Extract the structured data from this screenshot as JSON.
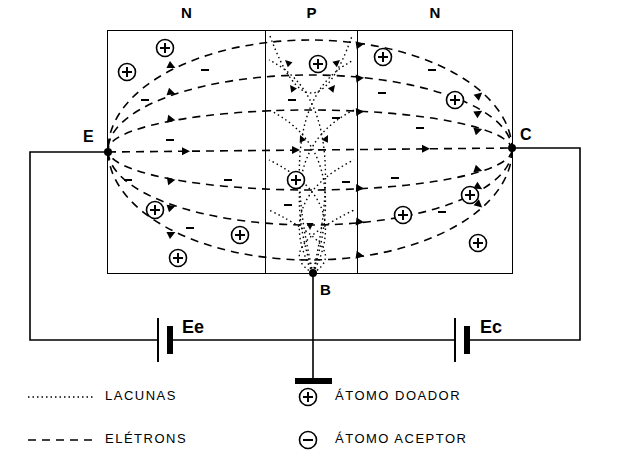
{
  "diagram": {
    "nodes": [
      {
        "text": [
          "N"
        ]
      },
      {
        "text": [
          "P"
        ]
      },
      {
        "text": [
          "N"
        ]
      }
    ],
    "labels": [
      "E",
      "C",
      "B",
      "Ee",
      "Ec"
    ],
    "legend": [
      {
        "text": "LACUNAS"
      },
      {
        "text": "ELÉTRONS"
      },
      {
        "text": "ÁTOMO DOADOR"
      },
      {
        "text": "ÁTOMO ACEPTOR"
      }
    ]
  }
}
